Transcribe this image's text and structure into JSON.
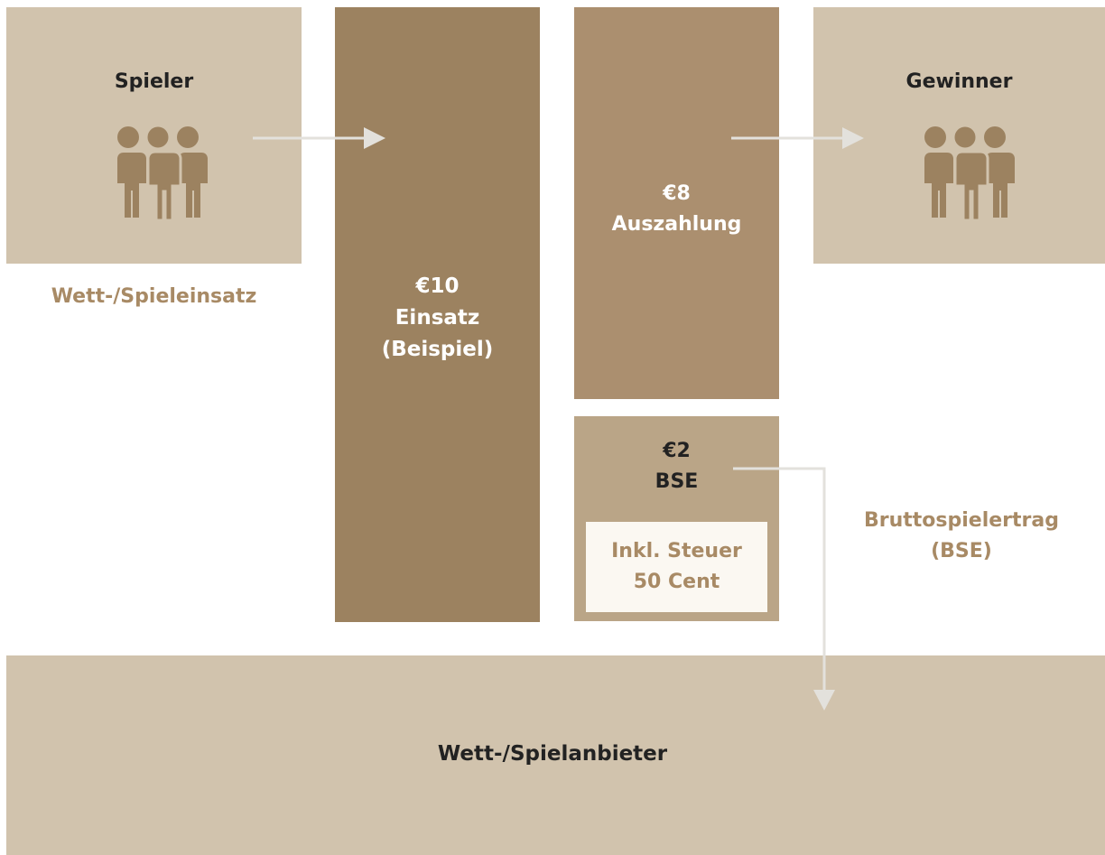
{
  "spieler": {
    "title": "Spieler",
    "icon": "people-group-icon"
  },
  "gewinner": {
    "title": "Gewinner",
    "icon": "people-group-icon"
  },
  "einsatz": {
    "amount": "€10",
    "label": "Einsatz",
    "note": "(Beispiel)"
  },
  "auszahlung": {
    "amount": "€8",
    "label": "Auszahlung"
  },
  "bse": {
    "amount": "€2",
    "label": "BSE",
    "tax_line1": "Inkl. Steuer",
    "tax_line2": "50 Cent"
  },
  "captions": {
    "einsatz": "Wett-/Spieleinsatz",
    "bse_line1": "Bruttospielertrag",
    "bse_line2": "(BSE)"
  },
  "anbieter": {
    "title": "Wett-/Spielanbieter"
  },
  "colors": {
    "light": "#d1c3ad",
    "dark": "#9c8260",
    "mid": "#ab8f6f",
    "tan": "#baa587",
    "accent_text": "#a88a65",
    "arrow": "#e3e1dc",
    "icon": "#9c8260"
  }
}
